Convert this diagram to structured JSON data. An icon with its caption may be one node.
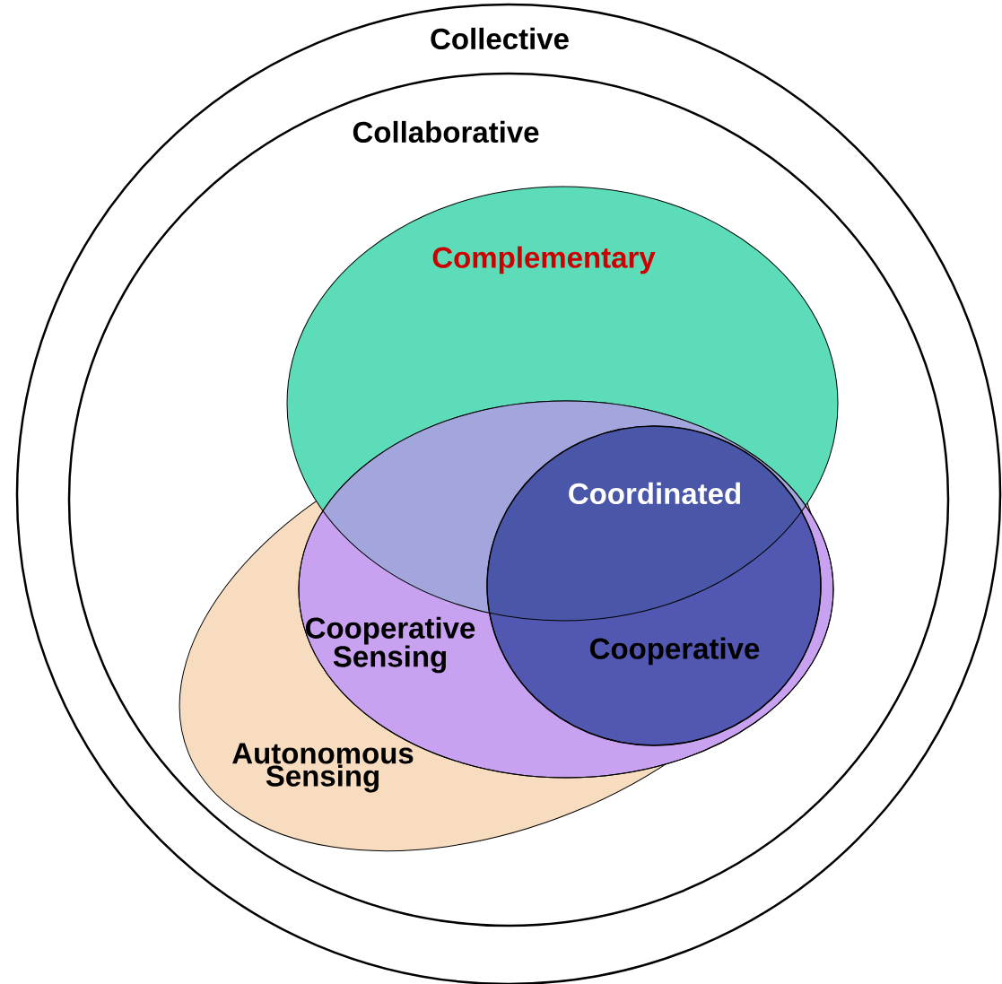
{
  "diagram": {
    "nodes": [
      {
        "text": [
          "Collective"
        ]
      },
      {
        "text": [
          "Collaborative"
        ],
        "in": 0
      },
      {
        "text": [
          "Complementary"
        ],
        "in": 1
      },
      {
        "text": [
          "Autonomous Sensing"
        ],
        "in": 1
      },
      {
        "text": [
          "Cooperative Sensing"
        ],
        "in": 3
      },
      {
        "text": [
          "Cooperative"
        ],
        "in": 4
      }
    ],
    "labels": [
      "Coordinated"
    ]
  }
}
